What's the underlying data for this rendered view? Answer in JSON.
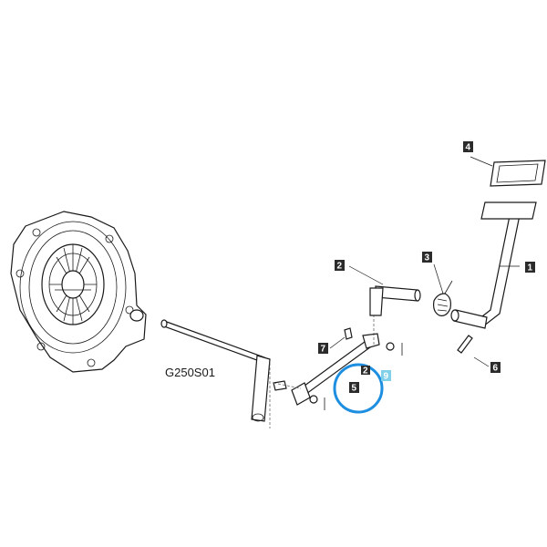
{
  "figure_code": "G250S01",
  "callouts": [
    {
      "id": "1",
      "label": "1"
    },
    {
      "id": "2a",
      "label": "2"
    },
    {
      "id": "2b",
      "label": "2"
    },
    {
      "id": "3",
      "label": "3"
    },
    {
      "id": "4",
      "label": "4"
    },
    {
      "id": "5",
      "label": "5"
    },
    {
      "id": "6",
      "label": "6"
    },
    {
      "id": "7",
      "label": "7"
    },
    {
      "id": "9",
      "label": "9"
    }
  ],
  "colors": {
    "callout_bg": "#2b2b2b",
    "callout_highlight": "#7fd0e8",
    "ring": "#1e8fe0"
  }
}
